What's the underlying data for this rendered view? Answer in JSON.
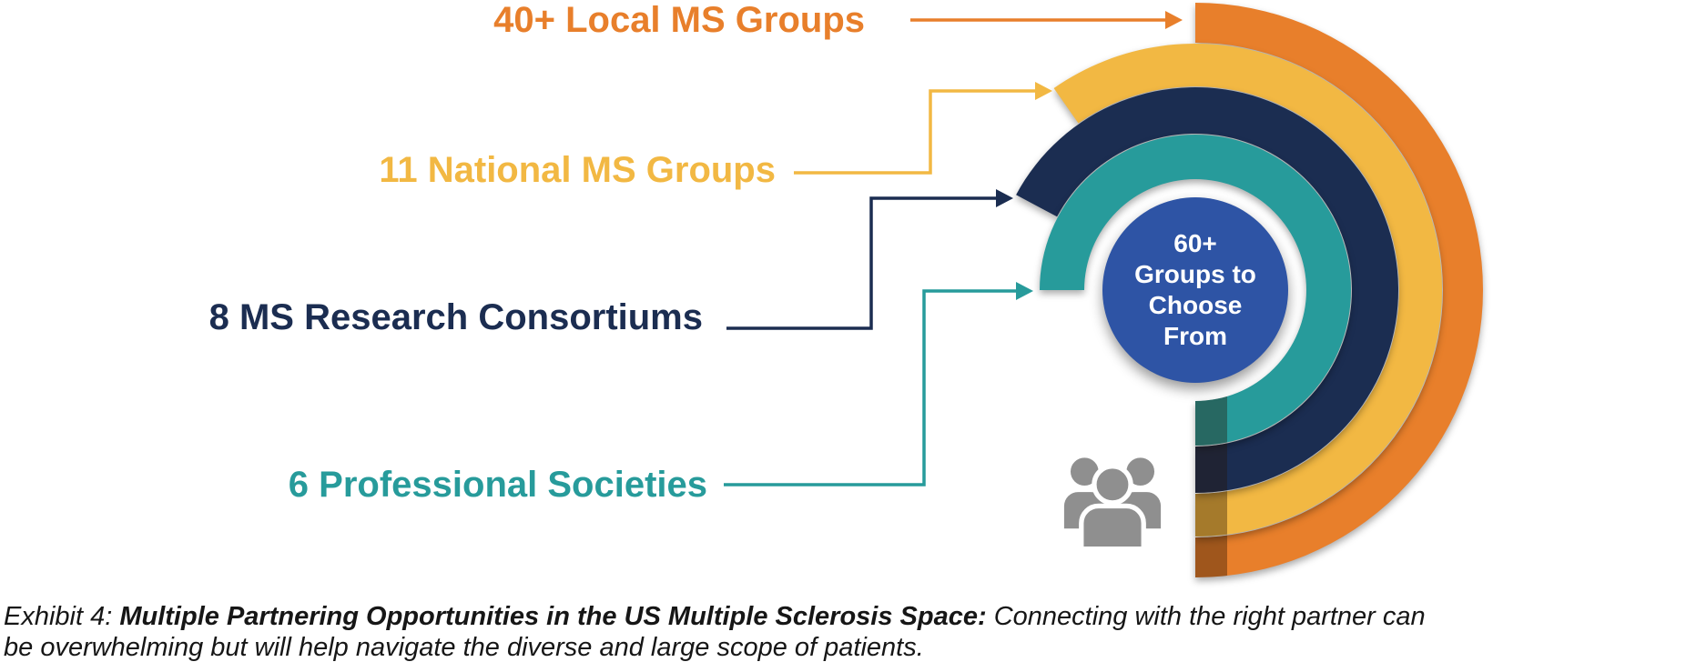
{
  "chart_data": {
    "type": "pie",
    "variant": "concentric-radial-arcs",
    "title": "Multiple Partnering Opportunities in the US Multiple Sclerosis Space",
    "center_total_label": "60+ Groups to Choose From",
    "legend_position": "left-callout-labels",
    "series": [
      {
        "id": "local-ms-groups",
        "name": "Local MS Groups",
        "value": "40+",
        "label": "40+ Local MS Groups",
        "color": "#E87F2B",
        "ring": "outermost",
        "start_angle_deg": 0,
        "end_angle_deg": 180
      },
      {
        "id": "national-ms-groups",
        "name": "National MS Groups",
        "value": "11",
        "label": "11 National MS Groups",
        "color": "#F2B843",
        "ring": "second",
        "start_angle_deg": -35,
        "end_angle_deg": 180
      },
      {
        "id": "ms-research-consortiums",
        "name": "MS Research Consortiums",
        "value": "8",
        "label": "8 MS Research Consortiums",
        "color": "#1B2D51",
        "ring": "third",
        "start_angle_deg": -62,
        "end_angle_deg": 180
      },
      {
        "id": "professional-societies",
        "name": "Professional Societies",
        "value": "6",
        "label": "6 Professional Societies",
        "color": "#279B9B",
        "ring": "innermost",
        "start_angle_deg": -90,
        "end_angle_deg": 180
      }
    ]
  },
  "figure": {
    "center_badge": {
      "text": "60+ Groups to Choose From",
      "lines": [
        "60+",
        "Groups to",
        "Choose",
        "From"
      ],
      "color": "#2E54A5",
      "text_color": "#FFFFFF"
    },
    "icon": "people-group-icon",
    "icon_color": "#8F8F8F"
  },
  "caption": {
    "exhibit_prefix": "Exhibit 4: ",
    "title_bold": "Multiple Partnering Opportunities in the US Multiple Sclerosis Space: ",
    "description_line1": "Connecting with the right partner can",
    "description_line2": "be overwhelming but will help navigate the diverse and large scope of patients."
  }
}
